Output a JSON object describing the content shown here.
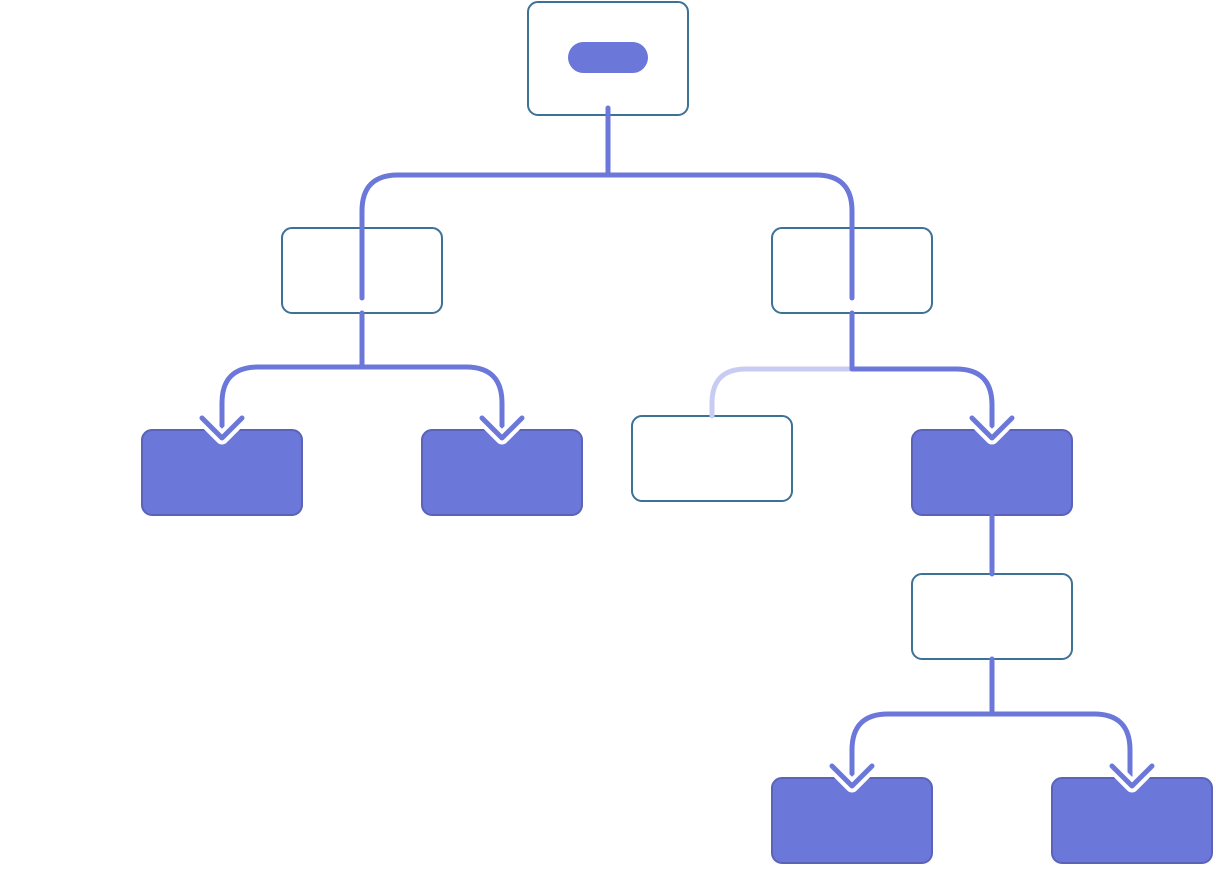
{
  "diagram": {
    "type": "tree",
    "labels": "none",
    "colors": {
      "accent": "#6b77d9",
      "accent_faded": "#c8ccf2",
      "box_border": "#3d7196",
      "box_fill_outline": "#ffffff",
      "box_fill_solid": "#6b77d9",
      "box_border_solid": "#5a63b8"
    },
    "nodes": [
      {
        "id": "root",
        "style": "outline",
        "marker": "pill"
      },
      {
        "id": "left-branch",
        "style": "outline"
      },
      {
        "id": "right-branch",
        "style": "outline"
      },
      {
        "id": "leaf-1",
        "style": "solid"
      },
      {
        "id": "leaf-2",
        "style": "solid"
      },
      {
        "id": "right-inactive-child",
        "style": "outline"
      },
      {
        "id": "right-active-child",
        "style": "solid"
      },
      {
        "id": "deep-branch",
        "style": "outline"
      },
      {
        "id": "leaf-3",
        "style": "solid"
      },
      {
        "id": "leaf-4",
        "style": "solid"
      }
    ],
    "edges": [
      {
        "from": "root",
        "to": "left-branch",
        "state": "active",
        "arrow": false
      },
      {
        "from": "root",
        "to": "right-branch",
        "state": "active",
        "arrow": false
      },
      {
        "from": "left-branch",
        "to": "leaf-1",
        "state": "active",
        "arrow": true
      },
      {
        "from": "left-branch",
        "to": "leaf-2",
        "state": "active",
        "arrow": true
      },
      {
        "from": "right-branch",
        "to": "right-inactive-child",
        "state": "inactive",
        "arrow": false
      },
      {
        "from": "right-branch",
        "to": "right-active-child",
        "state": "active",
        "arrow": true
      },
      {
        "from": "right-active-child",
        "to": "deep-branch",
        "state": "active",
        "arrow": false
      },
      {
        "from": "deep-branch",
        "to": "leaf-3",
        "state": "active",
        "arrow": true
      },
      {
        "from": "deep-branch",
        "to": "leaf-4",
        "state": "active",
        "arrow": true
      }
    ]
  }
}
